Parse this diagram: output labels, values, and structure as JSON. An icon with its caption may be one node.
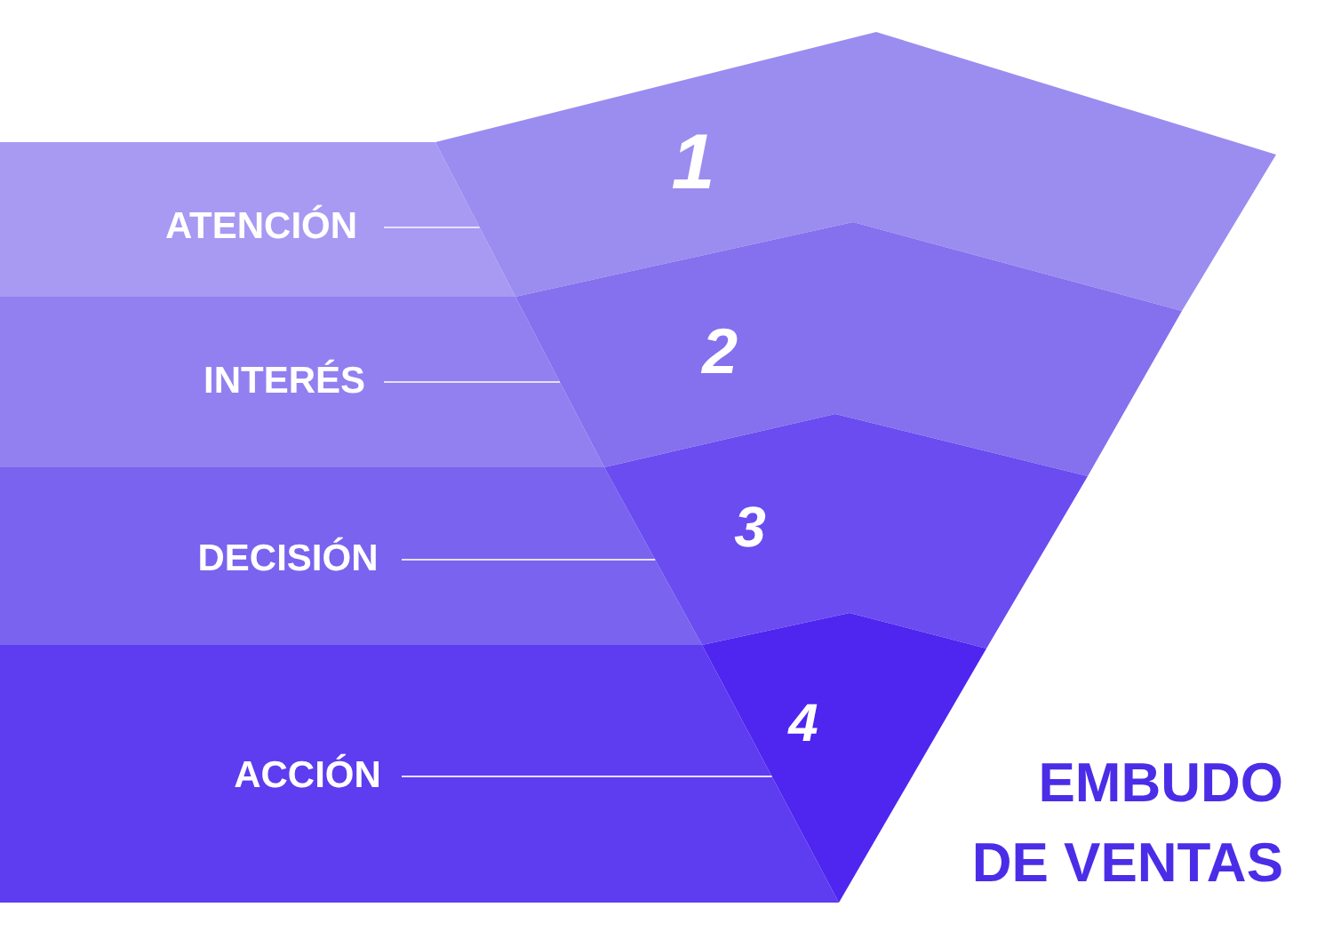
{
  "diagram": {
    "title": "EMBUDO DE VENTAS",
    "nodes": [
      {
        "text": [
          "ATENCIÓN"
        ]
      },
      {
        "text": [
          "1"
        ]
      },
      {
        "text": [
          "INTERÉS"
        ]
      },
      {
        "text": [
          "2"
        ]
      },
      {
        "text": [
          "DECISIÓN"
        ]
      },
      {
        "text": [
          "3"
        ]
      },
      {
        "text": [
          "ACCIÓN"
        ]
      },
      {
        "text": [
          "4"
        ]
      }
    ],
    "edges": [
      {
        "from": 0,
        "to": 1,
        "arrow": "none"
      },
      {
        "from": 2,
        "to": 3,
        "arrow": "none"
      },
      {
        "from": 4,
        "to": 5,
        "arrow": "none"
      },
      {
        "from": 6,
        "to": 7,
        "arrow": "none"
      }
    ]
  }
}
